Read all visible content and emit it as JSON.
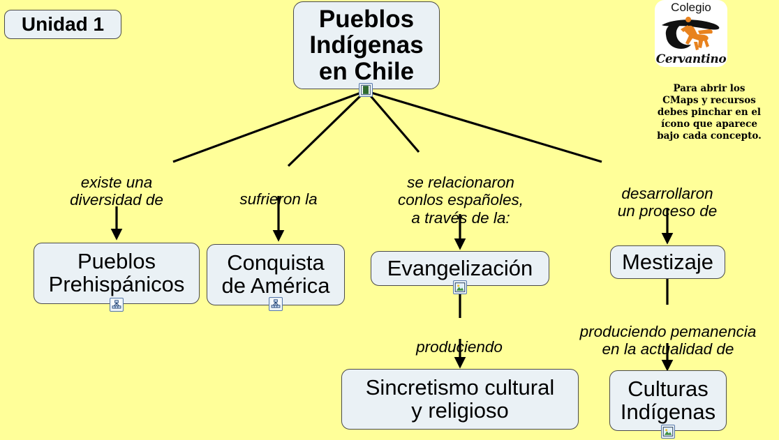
{
  "background_color": "#ffff99",
  "node_fill_color": "#eaf1f5",
  "node_border_color": "#4a4a4a",
  "unit_badge": {
    "label": "Unidad 1"
  },
  "root": {
    "label": "Pueblos\nIndígenas\nen Chile",
    "icon": "film-video-icon"
  },
  "logo": {
    "top_text": "Colegio",
    "bottom_text": "Cervantino",
    "art": "don-quixote-horseback-logo"
  },
  "instructions": {
    "text": "Para abrir los\nCMaps y  recursos\ndebes pinchar en el\nícono que aparece\nbajo cada concepto."
  },
  "link_labels": [
    {
      "id": "l1",
      "text": "existe una\ndiversidad de"
    },
    {
      "id": "l2",
      "text": "sufrieron la"
    },
    {
      "id": "l3",
      "text": "se relacionaron\nconlos españoles,\na través de la:"
    },
    {
      "id": "l4",
      "text": "desarrollaron\nun proceso de"
    },
    {
      "id": "l5",
      "text": "produciendo"
    },
    {
      "id": "l6",
      "text": "produciendo pemanencia\nen la actualidad de"
    }
  ],
  "concepts": [
    {
      "id": "c1",
      "label": "Pueblos\nPrehispánicos",
      "icon": "concept-map-icon"
    },
    {
      "id": "c2",
      "label": "Conquista\nde América",
      "icon": "concept-map-icon"
    },
    {
      "id": "c3",
      "label": "Evangelización",
      "icon": "image-resource-icon"
    },
    {
      "id": "c4",
      "label": "Mestizaje",
      "icon": null
    },
    {
      "id": "c5",
      "label": "Sincretismo cultural\ny religioso",
      "icon": null
    },
    {
      "id": "c6",
      "label": "Culturas\nIndígenas",
      "icon": "image-resource-icon"
    }
  ]
}
